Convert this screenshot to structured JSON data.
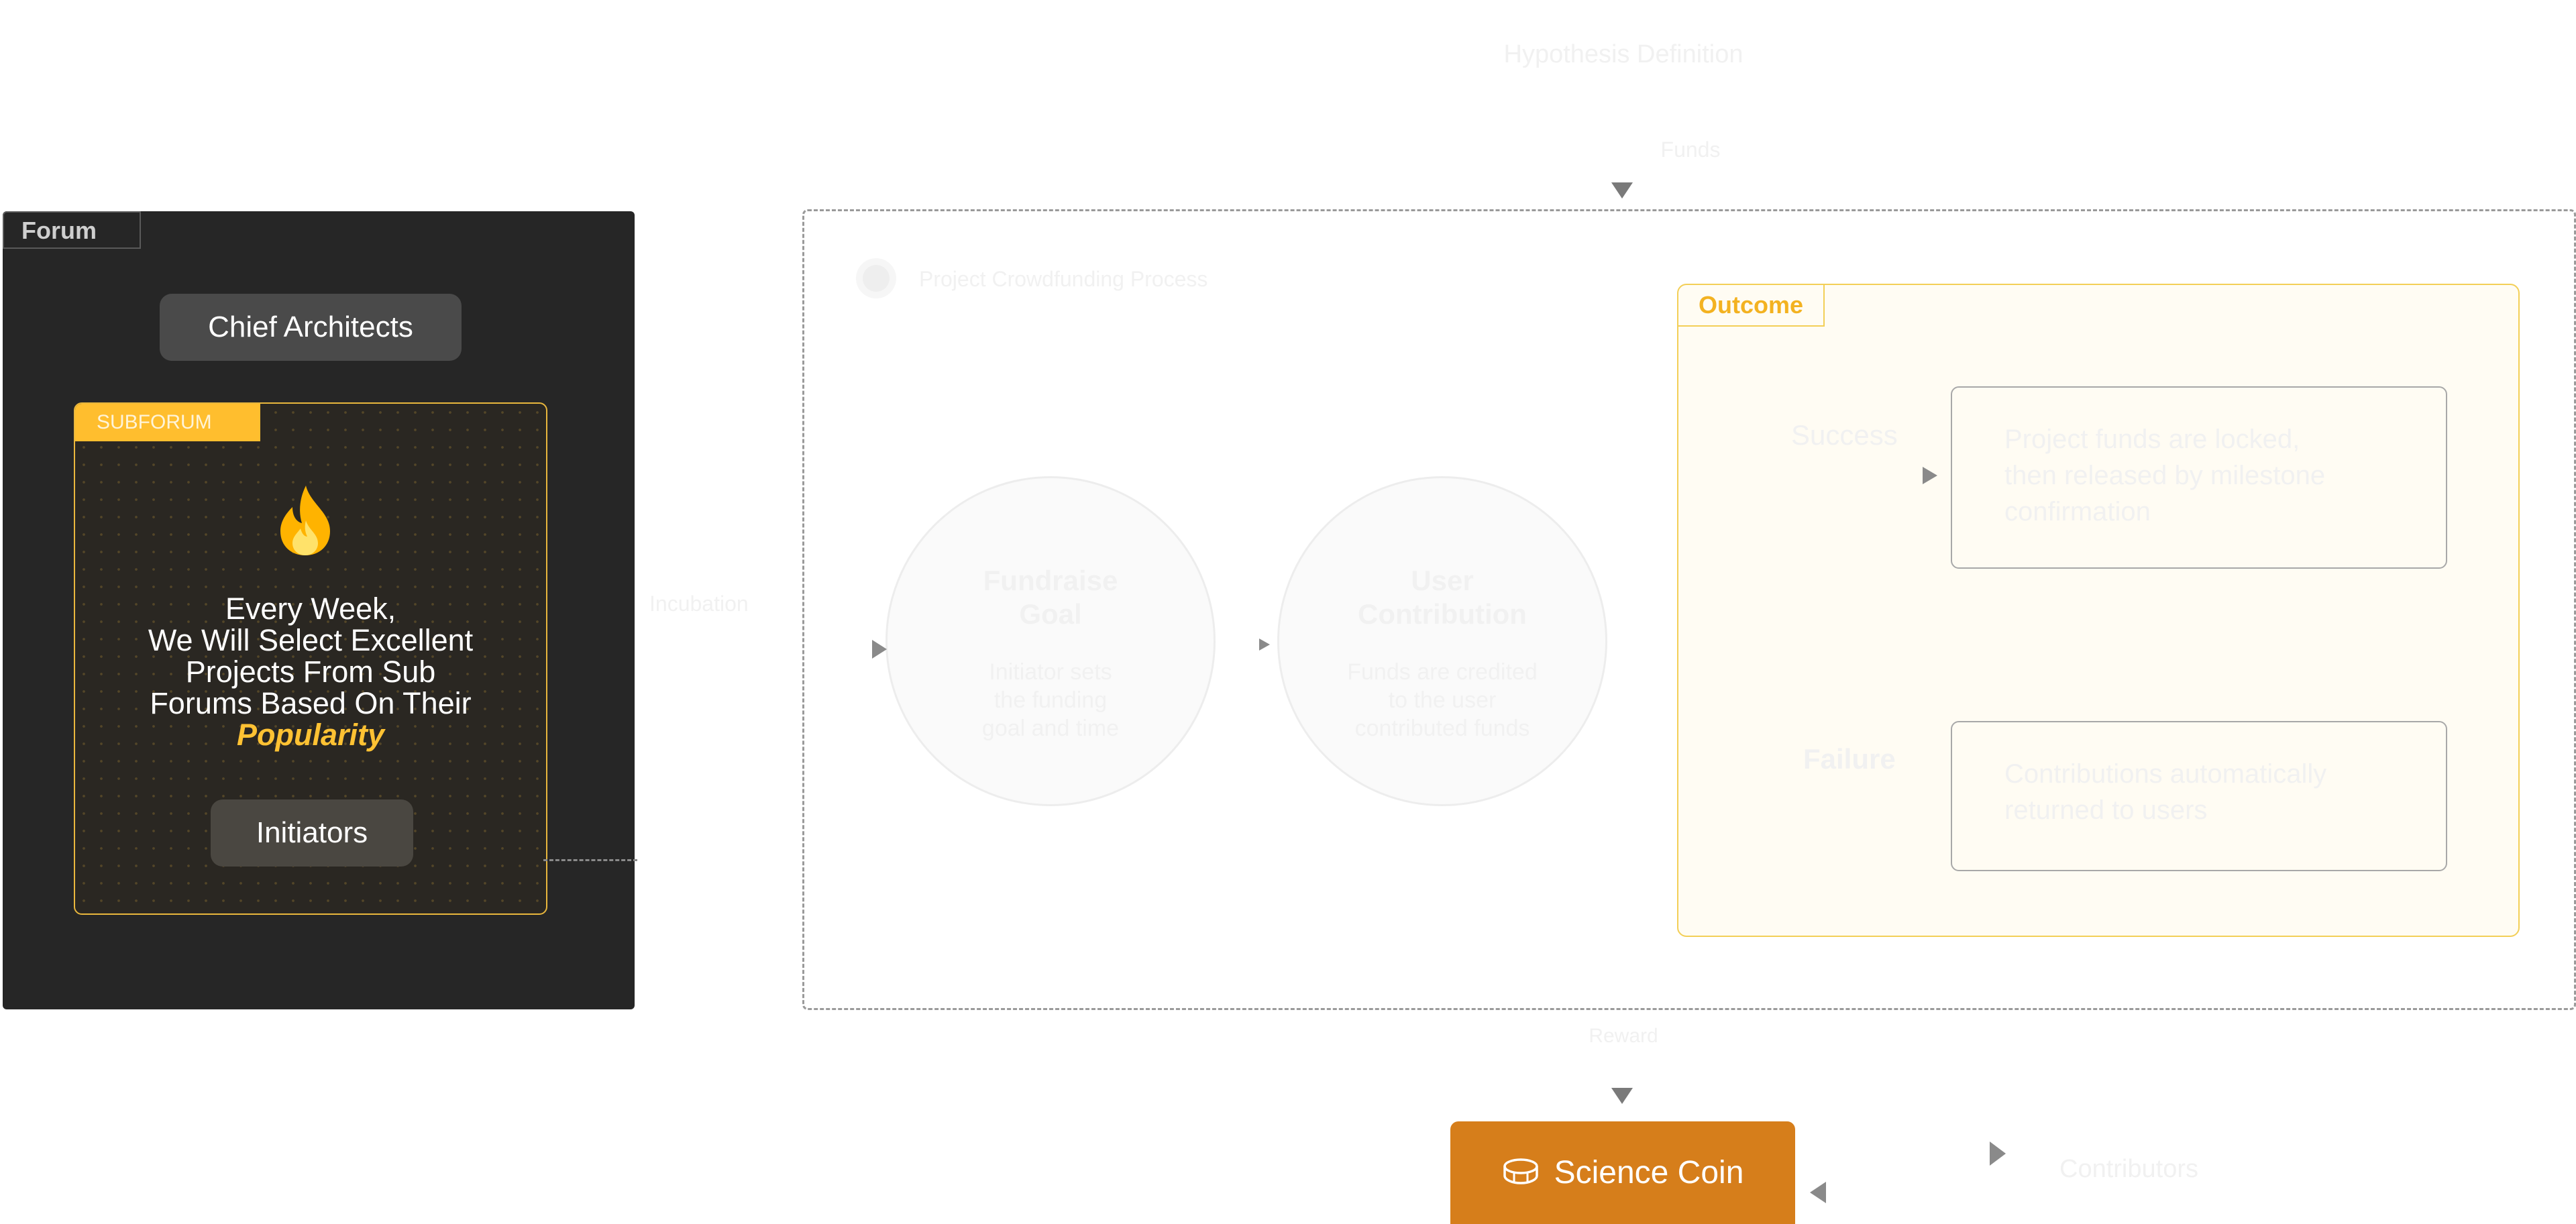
{
  "forum": {
    "tag_label": "Forum",
    "chief_architects_label": "Chief Architects",
    "subforum": {
      "tag_label": "SUBFORUM",
      "text_lines": [
        "Every Week,",
        "We Will Select Excellent",
        "Projects From Sub",
        "Forums Based On Their"
      ],
      "highlight_word": "Popularity",
      "initiators_label": "Initiators"
    },
    "connector_label": "Incubation"
  },
  "top": {
    "title": "Hypothesis Definition",
    "subtitle": "Funds"
  },
  "project": {
    "label": "Project Crowdfunding Process",
    "goal": {
      "title_lines": [
        "Fundraise",
        "Goal"
      ],
      "desc_lines": [
        "Initiator sets",
        "the funding",
        "goal and time"
      ]
    },
    "contribution": {
      "title_lines": [
        "User",
        "Contribution"
      ],
      "desc_lines": [
        "Funds are credited",
        "to the user",
        "contributed funds"
      ]
    },
    "outcome": {
      "tag_label": "Outcome",
      "success_label": "Success",
      "success_lines": [
        "Project funds are locked,",
        "then released by milestone",
        "confirmation"
      ],
      "failure_label": "Failure",
      "failure_lines": [
        "Contributions automatically",
        "returned to users"
      ]
    }
  },
  "bottom": {
    "coin_label": "Science Coin",
    "frame_to_coin_label": "Reward",
    "right_label": "Contributors"
  },
  "colors": {
    "forum_bg": "#262626",
    "accent_yellow": "#ffc233",
    "subforum_tag": "#ffbe2e",
    "outcome_border": "#f3cf57",
    "coin_orange": "#d67e1b"
  }
}
